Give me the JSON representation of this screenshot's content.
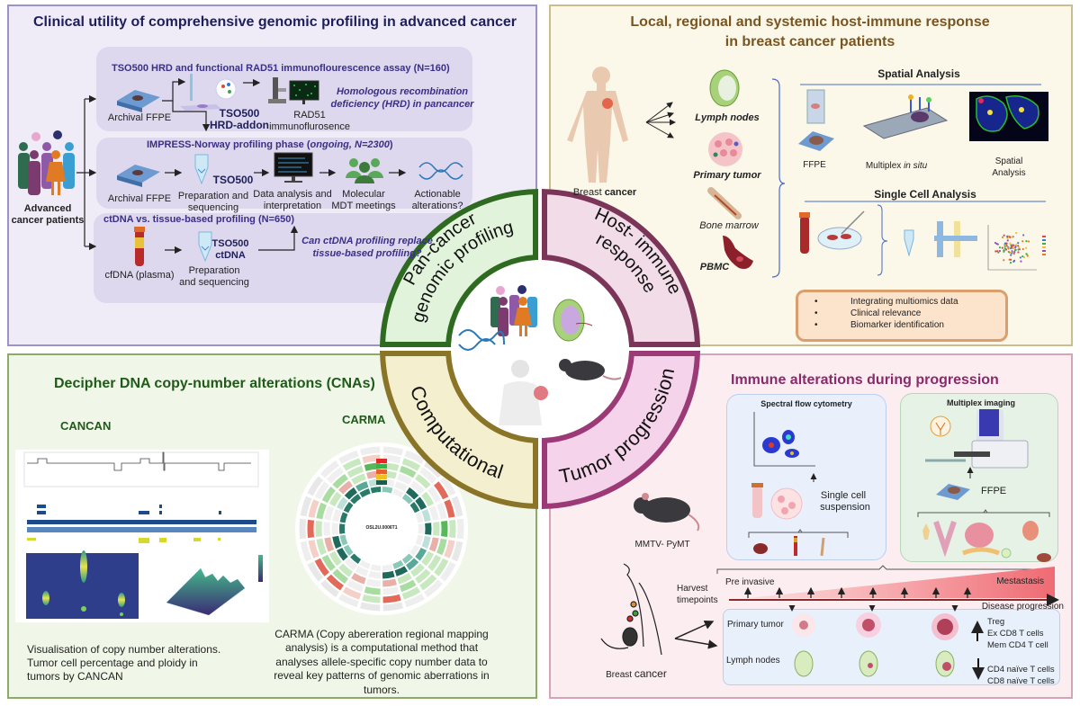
{
  "colors": {
    "genomic_bg": "#efecf8",
    "genomic_border": "#9d92c9",
    "genomic_title": "#1e1e5c",
    "host_bg": "#fbf8ea",
    "host_border": "#cdbd8e",
    "host_title": "#7a5520",
    "comp_bg": "#f1f7e8",
    "comp_border": "#8cab67",
    "comp_title": "#1f5a1a",
    "prog_bg": "#fcedf0",
    "prog_border": "#d7a3b6",
    "prog_title": "#8a2a6a"
  },
  "ring": {
    "genomic": [
      "Pan-cancer",
      "genomic profiling"
    ],
    "host": [
      "Host- immune",
      "response"
    ],
    "computational": "Computational",
    "progression": "Tumor progression"
  },
  "genomic": {
    "title": "Clinical utility of comprehensive genomic profiling in advanced cancer",
    "patients_label": [
      "Advanced",
      "cancer patients"
    ],
    "hrd": {
      "header": "TSO500 HRD and functional RAD51 immunoflourescence assay (N=160)",
      "ffpe": "Archival FFPE",
      "tso": "TSO500",
      "addon": "HRD-addon",
      "rad51": "RAD51",
      "rad51_sub": "immunoflurosence",
      "question": [
        "Homologous recombination",
        "deficiency (HRD) in pancancer"
      ]
    },
    "impress": {
      "header_prefix": "IMPRESS-Norway profiling phase (",
      "header_italic": "ongoing, N=2300",
      "header_suffix": ")",
      "ffpe": "Archival FFPE",
      "tso": "TSO500",
      "prep": [
        "Preparation and",
        "sequencing"
      ],
      "analysis": [
        "Data analysis and",
        "interpretation"
      ],
      "mdt": [
        "Molecular",
        "MDT meetings"
      ],
      "actionable": [
        "Actionable",
        "alterations?"
      ]
    },
    "ctdna": {
      "header": "ctDNA vs. tissue-based profiling (N=650)",
      "cfdna": "cfDNA (plasma)",
      "tso": [
        "TSO500",
        "ctDNA"
      ],
      "prep": [
        "Preparation",
        "and sequencing"
      ],
      "question": [
        "Can ctDNA profiling replace",
        "tissue-based profiling?"
      ]
    }
  },
  "host": {
    "title": [
      "Local, regional and systemic host-immune response",
      "in breast cancer patients"
    ],
    "breast": "Breast",
    "breast_bold": "cancer",
    "sites": [
      "Lymph nodes",
      "Primary tumor",
      "Bone marrow",
      "PBMC"
    ],
    "spatial_title": "Spatial Analysis",
    "ffpe": "FFPE",
    "multiplex": "Multiplex ",
    "multiplex_italic": "in situ",
    "spatial_label": [
      "Spatial",
      "Analysis"
    ],
    "single_cell_title": "Single Cell Analysis",
    "bullets": [
      "Integrating multiomics data",
      "Clinical relevance",
      "Biomarker identification"
    ]
  },
  "computational": {
    "title": "Decipher DNA copy-number alterations (CNAs)",
    "cancan": "CANCAN",
    "carma": "CARMA",
    "circos_label": "OSL2U.0006T1",
    "cancan_desc": [
      "Visualisation of copy number alterations.",
      "Tumor cell percentage and ploidy in",
      "tumors by CANCAN"
    ],
    "carma_desc": [
      "CARMA (Copy abereration regional mapping",
      "analysis) is a computational method that",
      "analyses allele-specific copy number data to",
      "reveal key patterns of genomic aberrations in",
      "tumors."
    ]
  },
  "progression": {
    "title": "Immune alterations during progression",
    "spectral_title": "Spectral flow cytometry",
    "single_cell": [
      "Single cell",
      "suspension"
    ],
    "multiplex_title": "Multiplex imaging",
    "ffpe": "FFPE",
    "mouse": "MMTV- PyMT",
    "breast": "Breast",
    "breast_bold": "cancer",
    "harvest": [
      "Harvest",
      "timepoints"
    ],
    "pre_invasive": "Pre invasive",
    "metastasis": "Mestastasis",
    "disease_progression": "Disease progression",
    "primary_tumor": "Primary tumor",
    "lymph_nodes": "Lymph nodes",
    "up": [
      "Treg",
      "Ex CD8 T cells",
      "Mem CD4 T cell"
    ],
    "down": [
      "CD4 naïve T cells",
      "CD8 naïve  T cells"
    ]
  }
}
